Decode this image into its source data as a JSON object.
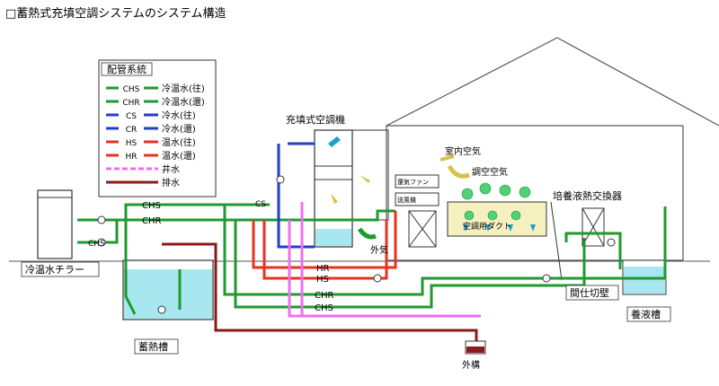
{
  "title": "□蓄熱式充填空調システムのシステム構造",
  "legend": {
    "heading": "配管系統",
    "items": [
      {
        "code": "CHS",
        "label": "冷温水(往)",
        "color": "#1f9a2e",
        "style": "solid"
      },
      {
        "code": "CHR",
        "label": "冷温水(還)",
        "color": "#1f9a2e",
        "style": "solid"
      },
      {
        "code": "CS",
        "label": "冷水(往)",
        "color": "#1f3fcc",
        "style": "solid"
      },
      {
        "code": "CR",
        "label": "冷水(還)",
        "color": "#1f3fcc",
        "style": "solid"
      },
      {
        "code": "HS",
        "label": "温水(往)",
        "color": "#e8321e",
        "style": "solid"
      },
      {
        "code": "HR",
        "label": "温水(還)",
        "color": "#e8321e",
        "style": "solid"
      },
      {
        "code": "",
        "label": "井水",
        "color": "#f06ef0",
        "style": "dashed"
      },
      {
        "code": "",
        "label": "排水",
        "color": "#8b1a1a",
        "style": "solid"
      }
    ]
  },
  "labels": {
    "ac_unit": "充填式空調機",
    "indoor_air": "室内空気",
    "conditioned_air": "調空空気",
    "outside_air": "外気",
    "heat_exchanger": "培養液熱交換器",
    "chiller": "冷温水チラー",
    "storage_tank": "蓄熱槽",
    "partition": "間仕切壁",
    "nutrient_tank": "養液槽",
    "drain": "外構",
    "duct": "空調用ダクト",
    "fan_return": "還気ファン",
    "fan_supply": "送風機"
  },
  "pipe_labels": {
    "chs_top": "CHS",
    "chr_top": "CHR",
    "chs_chiller": "CHS",
    "cs": "CS",
    "hr": "HR",
    "hs": "HS",
    "chr_bottom": "CHR",
    "chs_bottom": "CHS"
  },
  "colors": {
    "green": "#1f9a2e",
    "blue": "#1f3fcc",
    "red": "#e8321e",
    "pink": "#f06ef0",
    "drain": "#8b1a1a",
    "water": "#a8e6f0"
  }
}
